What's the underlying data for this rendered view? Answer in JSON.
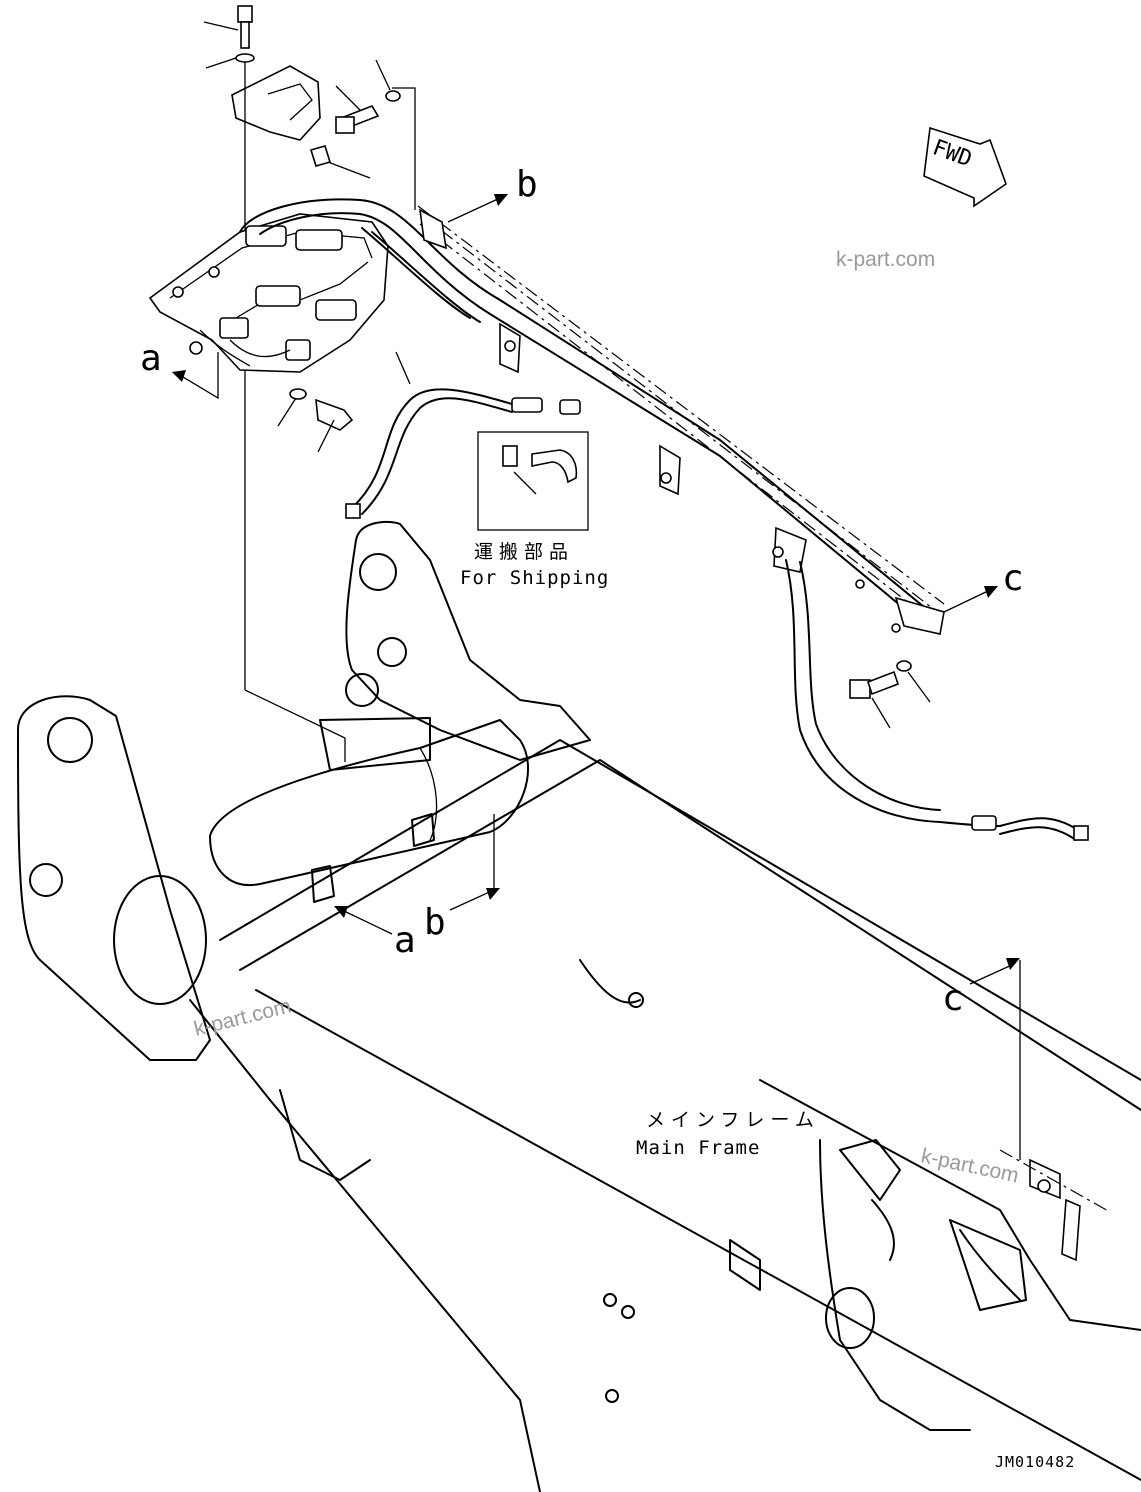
{
  "labels": {
    "a_top": "a",
    "b_top": "b",
    "c_top": "c",
    "a_bottom": "a",
    "b_bottom": "b",
    "c_bottom": "c"
  },
  "fwd": "FWD",
  "shipping": {
    "jp": "運搬部品",
    "en": "For Shipping"
  },
  "main_frame": {
    "jp": "メインフレーム",
    "en": "Main Frame"
  },
  "watermark": "k-part.com",
  "drawing_code": "JM010482"
}
